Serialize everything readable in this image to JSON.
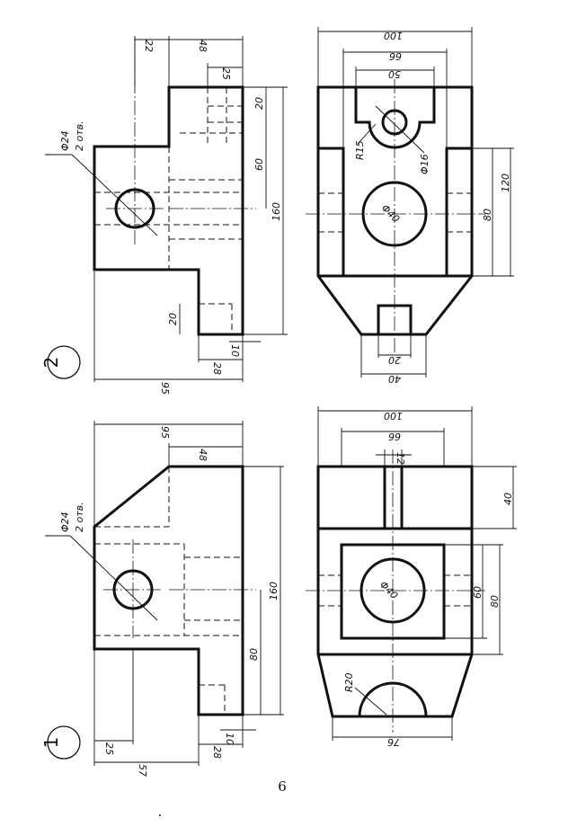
{
  "page": {
    "number": "6",
    "mark": "·"
  },
  "views": [
    {
      "number": "2",
      "hole_note": {
        "diameter": "Φ24",
        "count": "2 отв."
      },
      "front_dims": {
        "d22": "22",
        "d48": "48",
        "d25": "25",
        "d20a": "20",
        "d60": "60",
        "d160": "160",
        "d20b": "20",
        "d28": "28",
        "d10": "10",
        "d95": "95"
      },
      "plan_dims": {
        "d100": "100",
        "d66": "66",
        "d50": "50",
        "r15": "R15",
        "phi16": "Φ16",
        "phi40": "Φ40",
        "d120": "120",
        "d80": "80",
        "d20": "20",
        "d40": "40"
      }
    },
    {
      "number": "1",
      "hole_note": {
        "diameter": "Φ24",
        "count": "2 отв."
      },
      "front_dims": {
        "d95": "95",
        "d48": "48",
        "d160": "160",
        "d80": "80",
        "d25": "25",
        "d57": "57",
        "d28": "28",
        "d10": "10"
      },
      "plan_dims": {
        "d100": "100",
        "d66": "66",
        "d12": "12",
        "d40": "40",
        "phi40": "Φ40",
        "d60": "60",
        "d80": "80",
        "r20": "R20",
        "d76": "76"
      }
    }
  ]
}
